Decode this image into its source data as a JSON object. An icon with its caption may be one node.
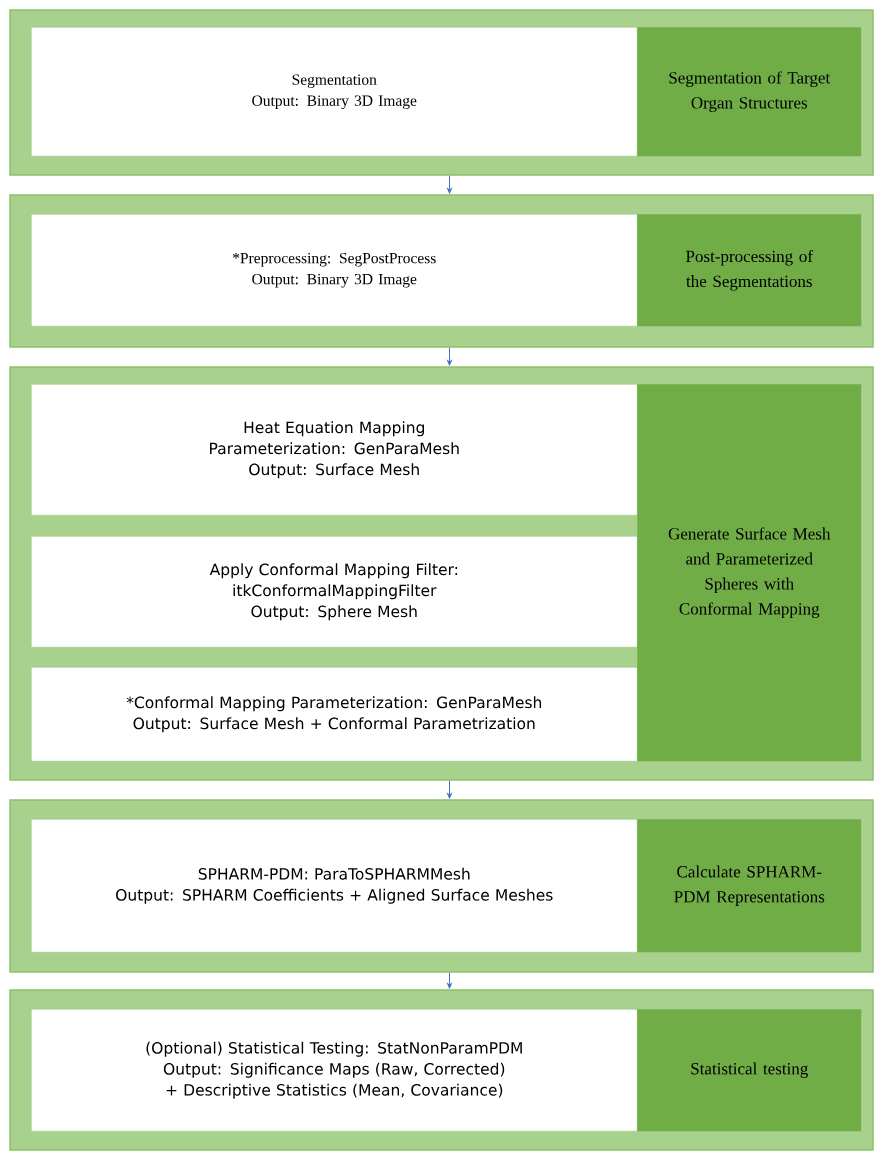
{
  "diagram": {
    "nodes": [
      {
        "text": [],
        "shape": "box"
      },
      {
        "text": [
          "Segmentation",
          "Output: Binary 3D Image"
        ],
        "in": 0
      },
      {
        "text": [
          "Segmentation of Target Organ Structures"
        ],
        "in": 0
      },
      {
        "text": [],
        "shape": "box"
      },
      {
        "text": [
          "*Preprocessing: SegPostProcess",
          "Output: Binary 3D Image"
        ],
        "in": 3
      },
      {
        "text": [
          "Post-processing of the Segmentations"
        ],
        "in": 3
      },
      {
        "text": [],
        "shape": "box"
      },
      {
        "text": [
          "Heat Equation Mapping Parameterization: GenParaMesh",
          "Output: Surface Mesh"
        ],
        "in": 6
      },
      {
        "text": [
          "Apply Conformal Mapping Filter: itkConformalMappingFilter",
          "Output: Sphere Mesh"
        ],
        "in": 6
      },
      {
        "text": [
          "*Conformal Mapping Parameterization: GenParaMesh",
          "Output: Surface Mesh + Conformal Parametrization"
        ],
        "in": 6
      },
      {
        "text": [
          "Generate Surface Mesh and Parameterized Spheres with Conformal Mapping"
        ],
        "in": 6
      },
      {
        "text": [],
        "shape": "box"
      },
      {
        "text": [
          "SPHARM-PDM: ParaToSPHARMMesh",
          "Output: SPHARM Coefficients + Aligned Surface Meshes"
        ],
        "in": 11
      },
      {
        "text": [
          "Calculate SPHARM-PDM Representations"
        ],
        "in": 11
      },
      {
        "text": [],
        "shape": "box"
      },
      {
        "text": [
          "(Optional) Statistical Testing: StatNonParamPDM",
          "Output: Significance Maps (Raw, Corrected) + Descriptive Statistics (Mean, Covariance)"
        ],
        "in": 14
      },
      {
        "text": [
          "Statistical testing"
        ],
        "in": 14
      }
    ],
    "edges": [
      {
        "from": 0,
        "to": 3,
        "arrow": "to"
      },
      {
        "from": 3,
        "to": 6,
        "arrow": "to"
      },
      {
        "from": 6,
        "to": 11,
        "arrow": "to"
      },
      {
        "from": 11,
        "to": 14,
        "arrow": "to"
      }
    ]
  }
}
